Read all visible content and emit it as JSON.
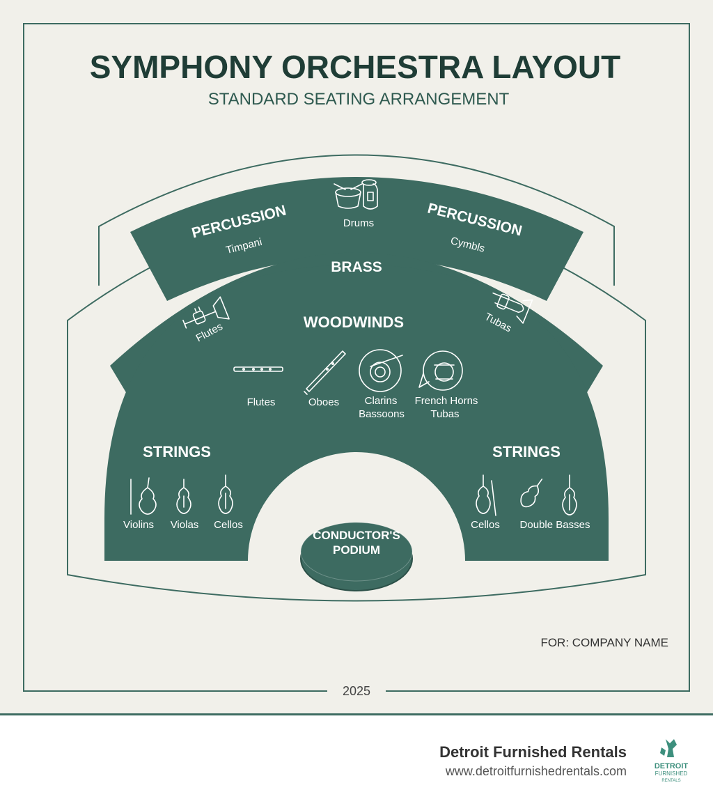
{
  "title": "SYMPHONY ORCHESTRA LAYOUT",
  "subtitle": "STANDARD SEATING ARRANGEMENT",
  "sections": {
    "percussion_left": {
      "label": "PERCUSSION",
      "sub": "Timpani"
    },
    "percussion_center": {
      "sub": "Drums"
    },
    "percussion_right": {
      "label": "PERCUSSION",
      "sub": "Cymbls"
    },
    "brass": {
      "label": "BRASS",
      "left_sub": "Flutes",
      "right_sub": "Tubas"
    },
    "woodwinds": {
      "label": "WOODWINDS",
      "items": [
        "Flutes",
        "Oboes",
        "Clarins",
        "Bassoons",
        "French Horns",
        "Tubas"
      ]
    },
    "strings_left": {
      "label": "STRINGS",
      "items": [
        "Violins",
        "Violas",
        "Cellos"
      ]
    },
    "strings_right": {
      "label": "STRINGS",
      "items": [
        "Cellos",
        "Double Basses"
      ]
    },
    "podium": {
      "line1": "CONDUCTOR'S",
      "line2": "PODIUM"
    }
  },
  "for_label": "FOR: COMPANY NAME",
  "year": "2025",
  "footer": {
    "brand": "Detroit Furnished Rentals",
    "url": "www.detroitfurnishedrentals.com",
    "logo_line1": "DETROIT",
    "logo_line2": "FURNISHED",
    "logo_line3": "RENTALS"
  },
  "colors": {
    "accent": "#3d6b61",
    "background": "#f1f0ea",
    "title": "#1f3d36"
  }
}
